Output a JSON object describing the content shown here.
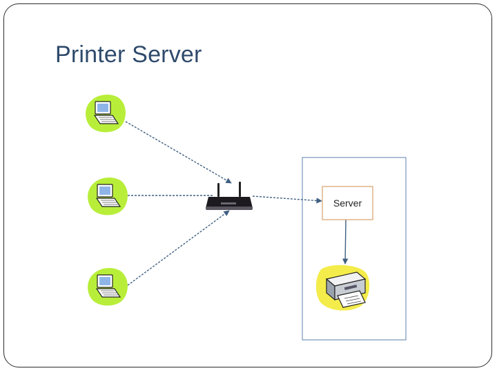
{
  "slide": {
    "title": "Printer Server"
  },
  "diagram": {
    "nodes": {
      "laptop_1": {
        "icon": "laptop-icon"
      },
      "laptop_2": {
        "icon": "laptop-icon"
      },
      "laptop_3": {
        "icon": "laptop-icon"
      },
      "router": {
        "icon": "wireless-router-icon"
      },
      "server": {
        "label": "Server"
      },
      "printer": {
        "icon": "printer-icon"
      }
    },
    "connections": [
      {
        "from": "laptop_1",
        "to": "router",
        "style": "dashed"
      },
      {
        "from": "laptop_2",
        "to": "router",
        "style": "dashed"
      },
      {
        "from": "laptop_3",
        "to": "router",
        "style": "dashed"
      },
      {
        "from": "router",
        "to": "server",
        "style": "dashed"
      },
      {
        "from": "server",
        "to": "printer",
        "style": "solid"
      }
    ],
    "colors": {
      "title": "#2e4a6b",
      "connector": "#3f5f80",
      "laptop_blob": "#b8ee3a",
      "server_box_border": "#d9a06a",
      "container_border": "#5b7fae"
    }
  }
}
